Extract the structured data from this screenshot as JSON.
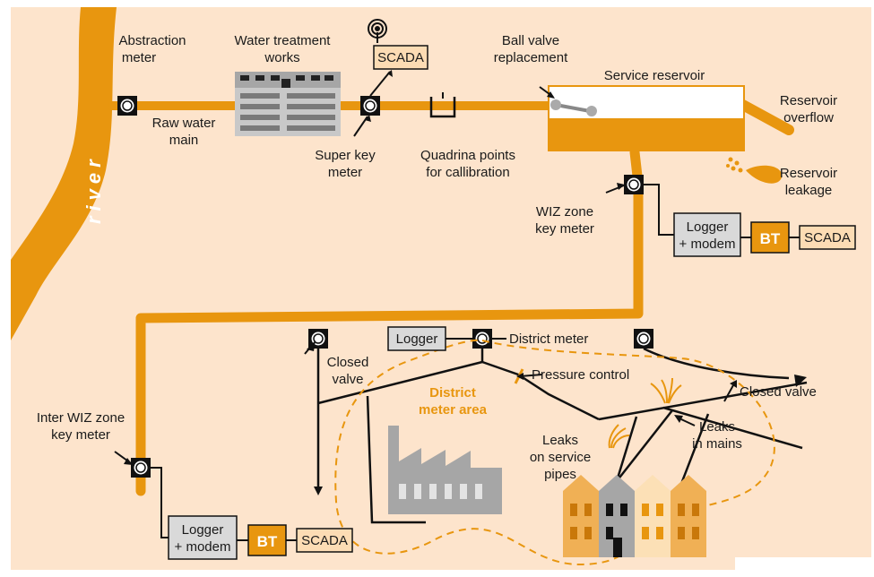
{
  "labels": {
    "abstraction_meter": [
      "Abstraction",
      "meter"
    ],
    "water_treatment": [
      "Water treatment",
      "works"
    ],
    "raw_water_main": [
      "Raw water",
      "main"
    ],
    "super_key_meter": [
      "Super key",
      "meter"
    ],
    "quadrina": [
      "Quadrina points",
      "for callibration"
    ],
    "ball_valve": [
      "Ball valve",
      "replacement"
    ],
    "service_reservoir": "Service reservoir",
    "reservoir_overflow": [
      "Reservoir",
      "overflow"
    ],
    "reservoir_leakage": [
      "Reservoir",
      "leakage"
    ],
    "wiz_zone_key_meter": [
      "WIZ zone",
      "key meter"
    ],
    "river": "river",
    "inter_wiz_zone_key_meter": [
      "Inter WIZ zone",
      "key meter"
    ],
    "closed_valve_left": [
      "Closed",
      "valve"
    ],
    "district_meter": "District meter",
    "pressure_control": "Pressure control",
    "closed_valve_right": "Closed valve",
    "district_meter_area": [
      "District",
      "meter area"
    ],
    "leaks_in_mains": [
      "Leaks",
      "in mains"
    ],
    "leaks_on_service_pipes": [
      "Leaks",
      "on service",
      "pipes"
    ]
  },
  "boxes": {
    "scada_top": "SCADA",
    "logger_modem_top": [
      "Logger",
      "+ modem"
    ],
    "bt_top": "BT",
    "scada_right": "SCADA",
    "logger_district": "Logger",
    "logger_modem_bottom": [
      "Logger",
      "+ modem"
    ],
    "bt_bottom": "BT",
    "scada_bottom": "SCADA"
  },
  "colors": {
    "background": "#fde4cc",
    "pipe": "#e8960f",
    "box_grey": "#d9d9d9",
    "bt_fill": "#e8960f",
    "scada_fill": "#fcdcb4",
    "building_grey": "#a6a6a6"
  }
}
